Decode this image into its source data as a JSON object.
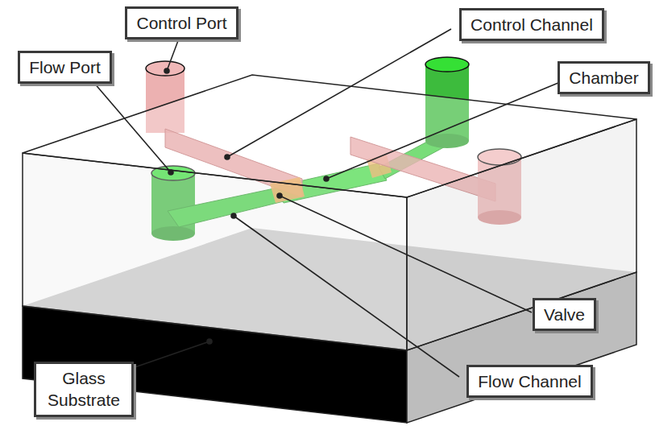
{
  "diagram": {
    "nodes": [
      {
        "text": [
          "Control Port"
        ]
      },
      {
        "text": [
          "Control Channel"
        ]
      },
      {
        "text": [
          "Flow Port"
        ]
      },
      {
        "text": [
          "Chamber"
        ]
      },
      {
        "text": [
          "Glass Substrate"
        ]
      },
      {
        "text": [
          "Valve"
        ]
      },
      {
        "text": [
          "Flow Channel"
        ]
      }
    ]
  }
}
